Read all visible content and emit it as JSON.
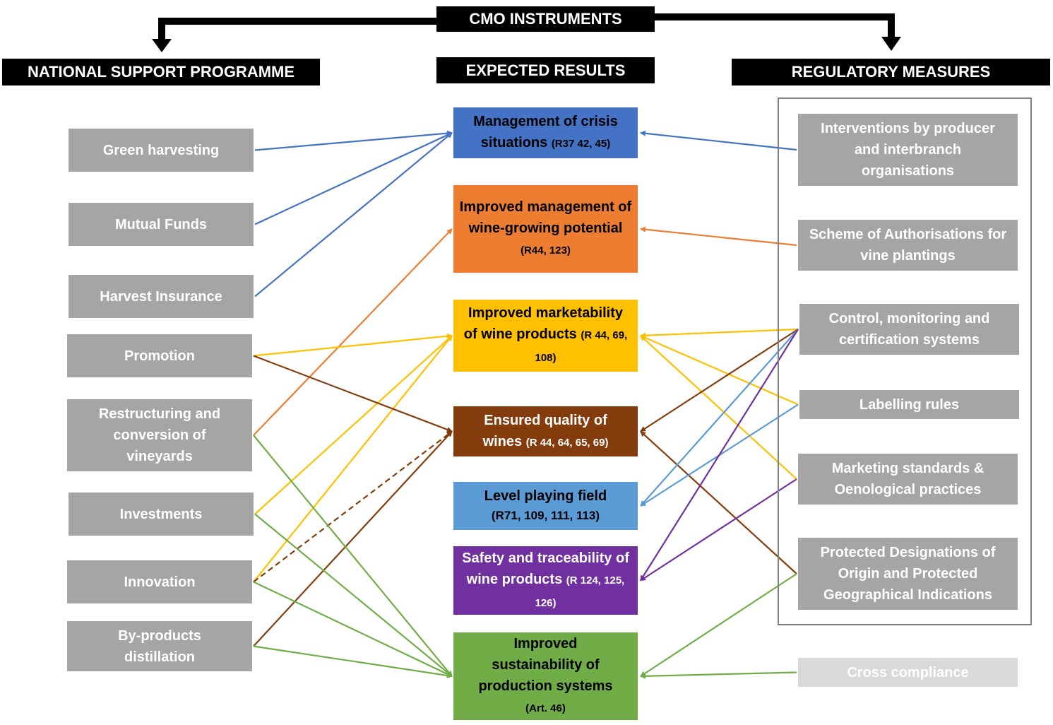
{
  "headers": {
    "cmo": "CMO INSTRUMENTS",
    "national": "NATIONAL SUPPORT PROGRAMME",
    "expected": "EXPECTED RESULTS",
    "regulatory": "REGULATORY MEASURES"
  },
  "national_support": [
    {
      "id": "green",
      "label": "Green harvesting"
    },
    {
      "id": "mutual",
      "label": "Mutual Funds"
    },
    {
      "id": "insurance",
      "label": "Harvest Insurance"
    },
    {
      "id": "promotion",
      "label": "Promotion"
    },
    {
      "id": "restructuring",
      "label": "Restructuring and conversion of vineyards"
    },
    {
      "id": "investments",
      "label": "Investments"
    },
    {
      "id": "innovation",
      "label": "Innovation"
    },
    {
      "id": "byproducts",
      "label": "By-products distillation"
    }
  ],
  "expected_results": [
    {
      "id": "crisis",
      "label": "Management of crisis situations",
      "ref": "(R37 42, 45)",
      "color": "#4472c4",
      "text_color": "#000000"
    },
    {
      "id": "potential",
      "label": "Improved management of wine-growing potential",
      "ref": "(R44, 123)",
      "color": "#ed7d31",
      "text_color": "#000000"
    },
    {
      "id": "marketability",
      "label": "Improved marketability of wine products",
      "ref": "(R 44, 69, 108)",
      "color": "#ffc000",
      "text_color": "#000000"
    },
    {
      "id": "quality",
      "label": "Ensured quality of wines",
      "ref": "(R 44, 64, 65, 69)",
      "color": "#843c0c",
      "text_color": "#ffffff"
    },
    {
      "id": "level",
      "label": "Level playing field",
      "ref": "(R71, 109, 111, 113)",
      "color": "#5b9bd5",
      "text_color": "#000000"
    },
    {
      "id": "safety",
      "label": "Safety and traceability of wine products",
      "ref": "(R 124, 125, 126)",
      "color": "#7030a0",
      "text_color": "#ffffff"
    },
    {
      "id": "sustainability",
      "label": "Improved sustainability of production systems",
      "ref": "(Art. 46)",
      "color": "#70ad47",
      "text_color": "#000000"
    }
  ],
  "regulatory_measures": [
    {
      "id": "interventions",
      "label": "Interventions by producer and interbranch organisations"
    },
    {
      "id": "authorisations",
      "label": "Scheme of Authorisations for vine plantings"
    },
    {
      "id": "control",
      "label": "Control, monitoring and certification systems"
    },
    {
      "id": "labelling",
      "label": "Labelling rules"
    },
    {
      "id": "marketing",
      "label": "Marketing standards & Oenological practices"
    },
    {
      "id": "pdo",
      "label": "Protected Designations of Origin and Protected Geographical Indications"
    },
    {
      "id": "cross",
      "label": "Cross compliance"
    }
  ],
  "links": [
    {
      "from": "green",
      "to": "crisis",
      "color": "#4472c4"
    },
    {
      "from": "mutual",
      "to": "crisis",
      "color": "#4472c4"
    },
    {
      "from": "insurance",
      "to": "crisis",
      "color": "#4472c4"
    },
    {
      "from": "interventions",
      "to": "crisis",
      "color": "#4472c4"
    },
    {
      "from": "restructuring",
      "to": "potential",
      "color": "#ed7d31"
    },
    {
      "from": "authorisations",
      "to": "potential",
      "color": "#ed7d31"
    },
    {
      "from": "promotion",
      "to": "marketability",
      "color": "#ffc000"
    },
    {
      "from": "investments",
      "to": "marketability",
      "color": "#ffc000"
    },
    {
      "from": "innovation",
      "to": "marketability",
      "color": "#ffc000"
    },
    {
      "from": "control",
      "to": "marketability",
      "color": "#ffc000"
    },
    {
      "from": "labelling",
      "to": "marketability",
      "color": "#ffc000"
    },
    {
      "from": "marketing",
      "to": "marketability",
      "color": "#ffc000"
    },
    {
      "from": "promotion",
      "to": "quality",
      "color": "#843c0c"
    },
    {
      "from": "byproducts",
      "to": "quality",
      "color": "#843c0c"
    },
    {
      "from": "innovation",
      "to": "quality",
      "color": "#843c0c",
      "dashed": true
    },
    {
      "from": "control",
      "to": "quality",
      "color": "#843c0c"
    },
    {
      "from": "pdo",
      "to": "quality",
      "color": "#843c0c"
    },
    {
      "from": "control",
      "to": "level",
      "color": "#5b9bd5"
    },
    {
      "from": "labelling",
      "to": "level",
      "color": "#5b9bd5"
    },
    {
      "from": "control",
      "to": "safety",
      "color": "#7030a0"
    },
    {
      "from": "marketing",
      "to": "safety",
      "color": "#7030a0"
    },
    {
      "from": "restructuring",
      "to": "sustainability",
      "color": "#70ad47"
    },
    {
      "from": "investments",
      "to": "sustainability",
      "color": "#70ad47"
    },
    {
      "from": "innovation",
      "to": "sustainability",
      "color": "#70ad47"
    },
    {
      "from": "byproducts",
      "to": "sustainability",
      "color": "#70ad47"
    },
    {
      "from": "pdo",
      "to": "sustainability",
      "color": "#70ad47"
    },
    {
      "from": "cross",
      "to": "sustainability",
      "color": "#70ad47"
    }
  ],
  "colors": {
    "box_gray": "#a5a5a5",
    "cross_compliance": "#d9d9d9",
    "header": "#000000"
  }
}
